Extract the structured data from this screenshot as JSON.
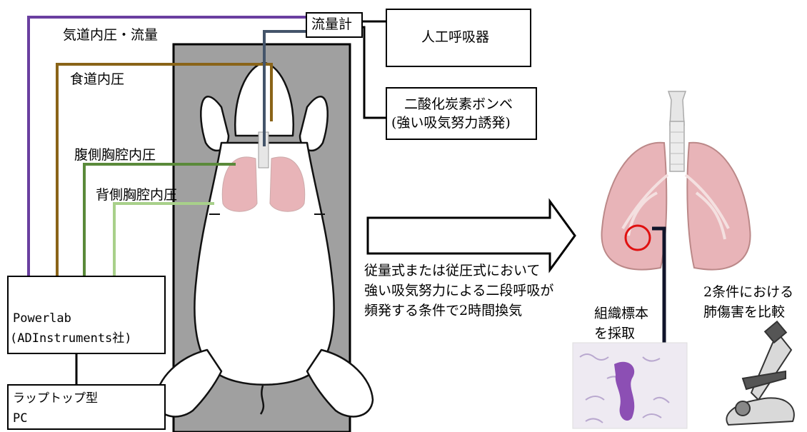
{
  "labels": {
    "airway": "気道内圧・流量",
    "esophageal": "食道内圧",
    "ventral": "腹側胸腔内圧",
    "dorsal": "背側胸腔内圧"
  },
  "boxes": {
    "flowmeter": "流量計",
    "ventilator": "人工呼吸器",
    "co2_line1": "二酸化炭素ボンベ",
    "co2_line2": "(強い吸気努力誘発)",
    "powerlab_line1": "Powerlab",
    "powerlab_line2": "(ADInstruments社)",
    "laptop_line1": "ラップトップ型",
    "laptop_line2": "PC"
  },
  "arrow_text": {
    "line1": "従量式または従圧式において",
    "line2": "強い吸気努力による二段呼吸が",
    "line3": "頻発する条件で2時間換気"
  },
  "sample_text": {
    "line1": "組織標本",
    "line2": "を採取"
  },
  "compare_text": {
    "line1": "2条件における",
    "line2": "肺傷害を比較"
  },
  "colors": {
    "airway_line": "#6a3fa0",
    "esophageal_line": "#8a6418",
    "ventral_line": "#5a8a3a",
    "dorsal_line": "#a8d08a",
    "flow_line": "#44546a",
    "lung_fill": "#e8b4b8",
    "circle": "#e01010",
    "board": "#a0a0a0"
  }
}
